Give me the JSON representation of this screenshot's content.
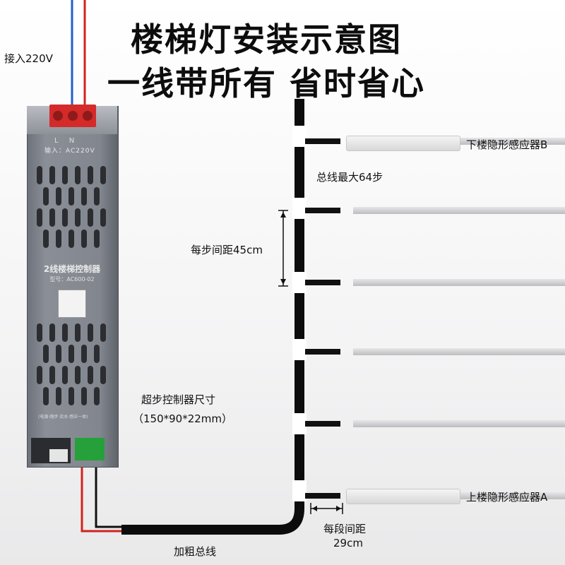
{
  "title": {
    "line1": "楼梯灯安装示意图",
    "line2": "一线带所有  省时省心"
  },
  "labels": {
    "input_power": "接入220V",
    "sensor_down": "下楼隐形感应器B",
    "bus_max": "总线最大64步",
    "step_spacing": "每步间距45cm",
    "controller_size_title": "超步控制器尺寸",
    "controller_size_value": "（150*90*22mm）",
    "sensor_up": "上楼隐形感应器A",
    "segment_spacing_title": "每段间距",
    "segment_spacing_value": "29cm",
    "thick_bus": "加粗总线"
  },
  "controller": {
    "name": "2线楼梯控制器",
    "model": "型号：AC600-02",
    "voltage": "输入：AC220V",
    "terminals": "L N",
    "description": "(电源·踏步·流水·感应一体)"
  },
  "colors": {
    "wire_red": "#d0231f",
    "wire_blue": "#1f5fd0",
    "wire_black": "#111111",
    "controller_body": "#82868e",
    "terminal_red": "#d42a2a",
    "terminal_green": "#26a03a"
  }
}
